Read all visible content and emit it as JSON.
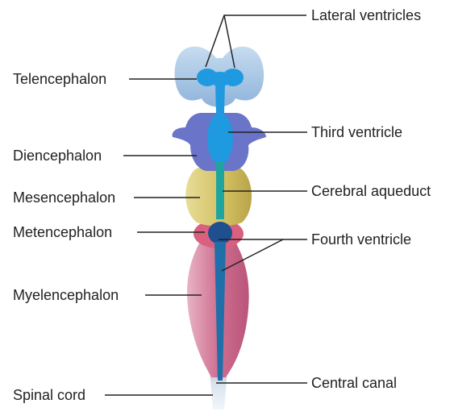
{
  "labels": {
    "left": {
      "telencephalon": "Telencephalon",
      "diencephalon": "Diencephalon",
      "mesencephalon": "Mesencephalon",
      "metencephalon": "Metencephalon",
      "myelencephalon": "Myelencephalon",
      "spinal_cord": "Spinal cord"
    },
    "right": {
      "lateral_ventricles": "Lateral ventricles",
      "third_ventricle": "Third ventricle",
      "cerebral_aqueduct": "Cerebral aqueduct",
      "fourth_ventricle": "Fourth ventricle",
      "central_canal": "Central canal"
    }
  },
  "colors": {
    "telencephalon": "#a9c8e6",
    "diencephalon": "#6a74c8",
    "mesencephalon": "#d4c46a",
    "metencephalon": "#d9607e",
    "myelencephalon": "#d2849e",
    "spinal_cord": "#d8e3ef",
    "ventricle": "#1f9ae0"
  }
}
